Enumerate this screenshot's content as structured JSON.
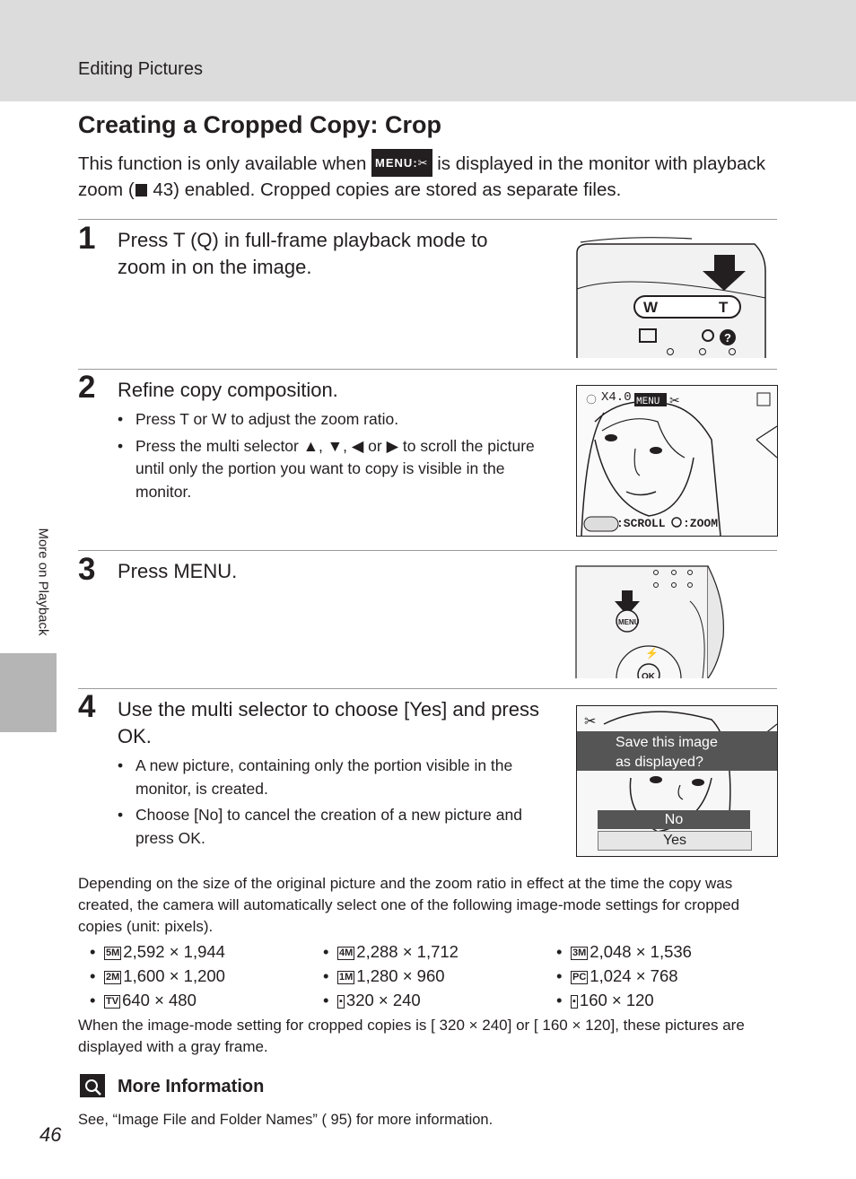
{
  "header": {
    "section": "Editing Pictures"
  },
  "title": "Creating a Cropped Copy: Crop",
  "intro": {
    "part1": "This function is only available when",
    "icon": "MENU:crop-icon",
    "part2": "is displayed in the monitor with playback zoom (",
    "ref": "43",
    "part3": ") enabled. Cropped copies are stored as separate files."
  },
  "steps": [
    {
      "number": "1",
      "text": "Press T (Q) in full-frame playback mode to zoom in on the image."
    },
    {
      "number": "2",
      "text": "Refine copy composition.",
      "bullets": [
        "Press T or W to adjust the zoom ratio.",
        "Press the multi selector ▲, ▼, ◀ or ▶ to scroll the picture until only the portion you want to copy is visible in the monitor."
      ]
    },
    {
      "number": "3",
      "text": "Press MENU."
    },
    {
      "number": "4",
      "text": "Use the multi selector to choose [Yes] and press OK.",
      "bullets": [
        "A new picture, containing only the portion visible in the monitor, is created.",
        "Choose [No] to cancel the creation of a new picture and press OK."
      ]
    }
  ],
  "screens": {
    "zoom": {
      "ratio": "X4.0",
      "bottom_left": ":SCROLL",
      "bottom_right": ":ZOOM"
    },
    "camera1": {
      "w": "W",
      "t": "T"
    },
    "camera3": {
      "menu_btn": "MENU",
      "ok_btn": "OK"
    },
    "dialog": {
      "line1": "Save this image",
      "line2": "as displayed?",
      "no": "No",
      "yes": "Yes"
    }
  },
  "paragraph": "Depending on the size of the original picture and the zoom ratio in effect at the time the copy was created, the camera will automatically select one of the following image-mode settings for cropped copies (unit: pixels).",
  "sizes": [
    {
      "badge": "5M",
      "text": "2,592 × 1,944"
    },
    {
      "badge": "4M",
      "text": "2,288 × 1,712"
    },
    {
      "badge": "3M",
      "text": "2,048 × 1,536"
    },
    {
      "badge": "2M",
      "text": "1,600 × 1,200"
    },
    {
      "badge": "1M",
      "text": "1,280 × 960"
    },
    {
      "badge": "PC",
      "text": "1,024 × 768"
    },
    {
      "badge": "TV",
      "text": "640 × 480"
    },
    {
      "badge": "▪",
      "text": "320 × 240"
    },
    {
      "badge": "▪",
      "text": "160 × 120"
    }
  ],
  "gray_frame_note": "When the image-mode setting for cropped copies is [ 320 × 240] or [ 160 × 120], these pictures are displayed with a gray frame.",
  "more_info": {
    "title": "More Information",
    "text": "See, “Image File and Folder Names” ( 95) for more information."
  },
  "side_label": "More on Playback",
  "page_number": "46"
}
